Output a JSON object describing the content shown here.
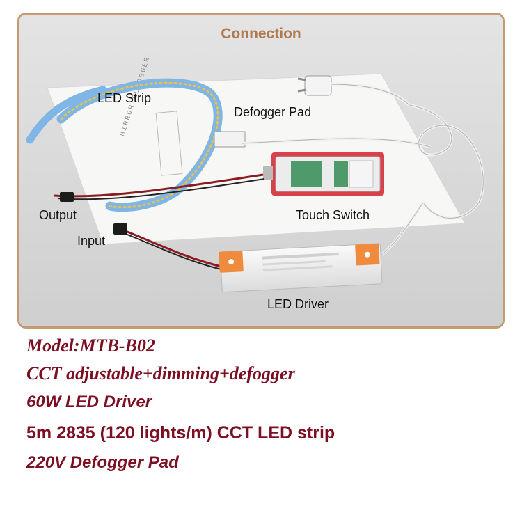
{
  "panel": {
    "title": "Connection",
    "labels": {
      "led_strip": "LED Strip",
      "defogger_pad": "Defogger Pad",
      "output": "Output",
      "input": "Input",
      "touch_switch": "Touch Switch",
      "led_driver": "LED Driver"
    },
    "printed": {
      "pad_text": "MIRROR DEFOGGER"
    }
  },
  "specs": {
    "model": "Model:MTB-B02",
    "features": "CCT adjustable+dimming+defogger",
    "driver": "60W LED Driver",
    "strip": "5m 2835 (120 lights/m) CCT LED strip",
    "pad": "220V Defogger Pad"
  },
  "colors": {
    "frame_border": "#c49a72",
    "title": "#b07a4f",
    "spec_text": "#7d0f22",
    "driver_caps": "#f08a3c",
    "switch_accent": "#d9414a",
    "strip_blue": "#7fb6e6"
  }
}
